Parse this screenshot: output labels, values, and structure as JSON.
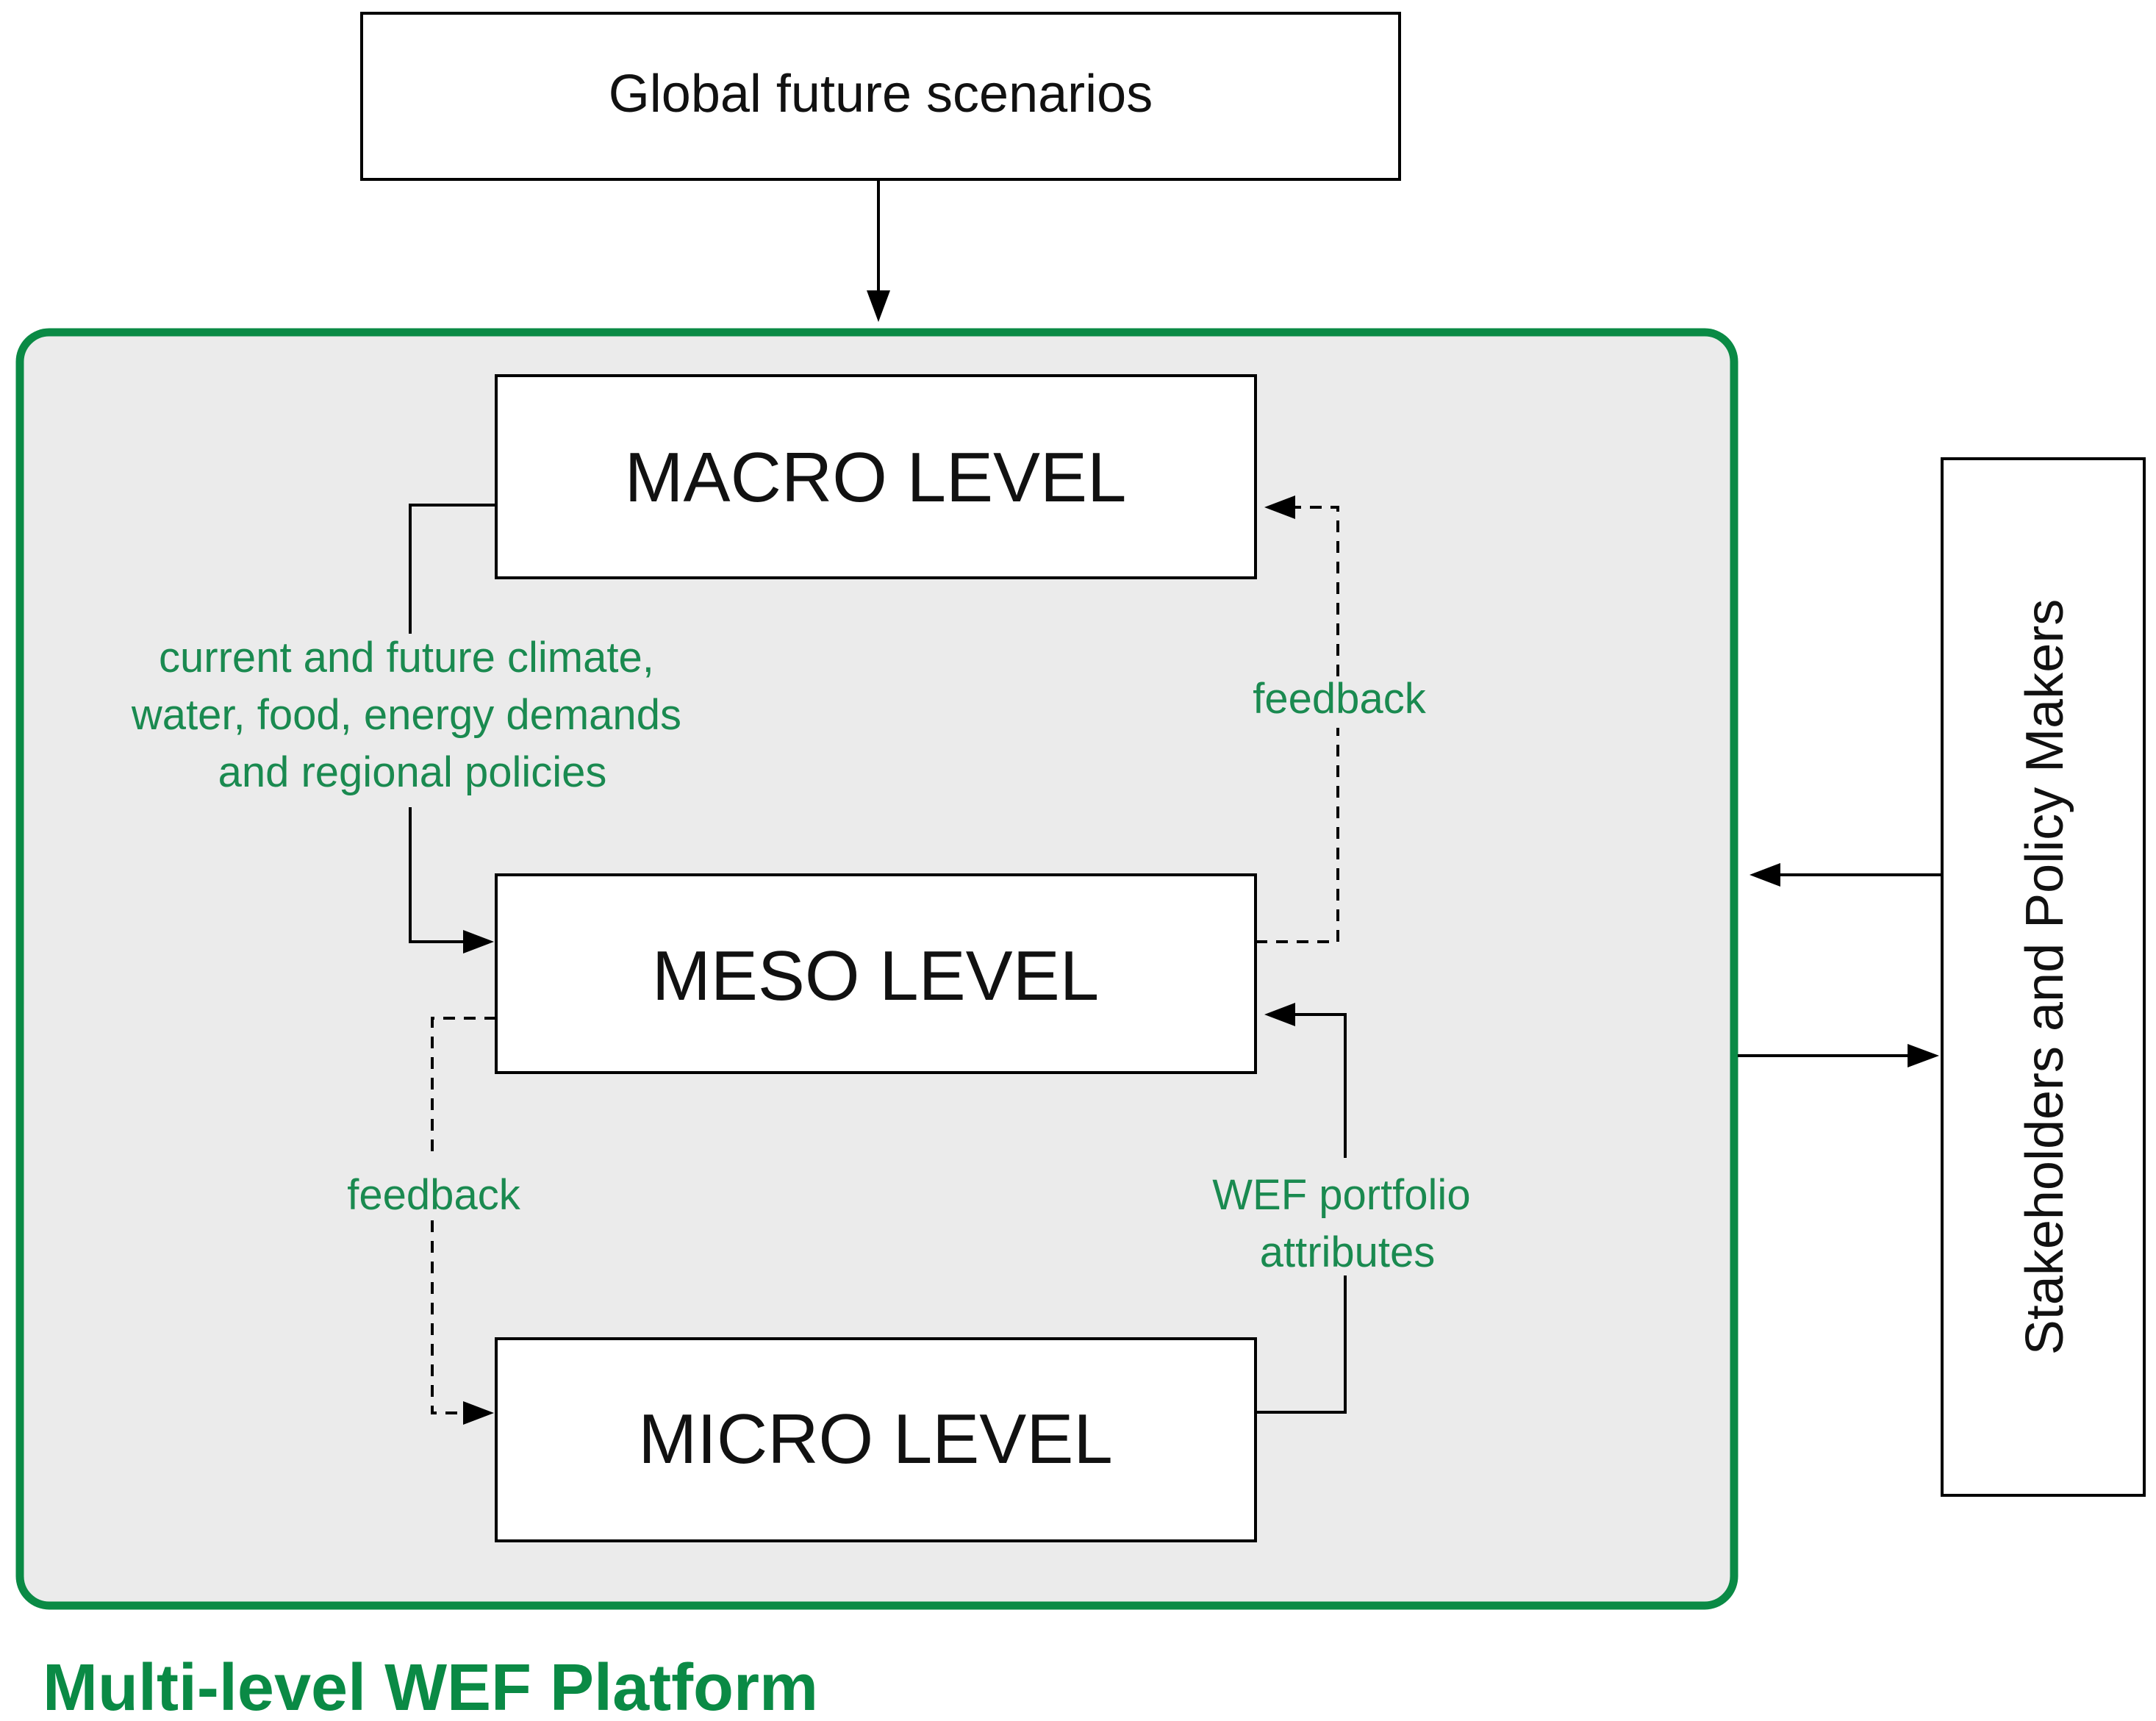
{
  "top_box": {
    "label": "Global future scenarios"
  },
  "levels": {
    "macro": "MACRO LEVEL",
    "meso": "MESO LEVEL",
    "micro": "MICRO LEVEL"
  },
  "edges": {
    "macro_to_meso": [
      "current and future climate,",
      "water, food, energy demands",
      "and regional policies"
    ],
    "meso_to_macro": "feedback",
    "meso_to_micro": "feedback",
    "micro_to_meso": [
      "WEF portfolio",
      "attributes"
    ]
  },
  "side_box": {
    "label": "Stakeholders and Policy Makers"
  },
  "platform": {
    "caption": "Multi-level WEF Platform"
  },
  "colors": {
    "green": "#0a8a45",
    "platform_fill": "#ebebeb",
    "line": "#000000"
  }
}
